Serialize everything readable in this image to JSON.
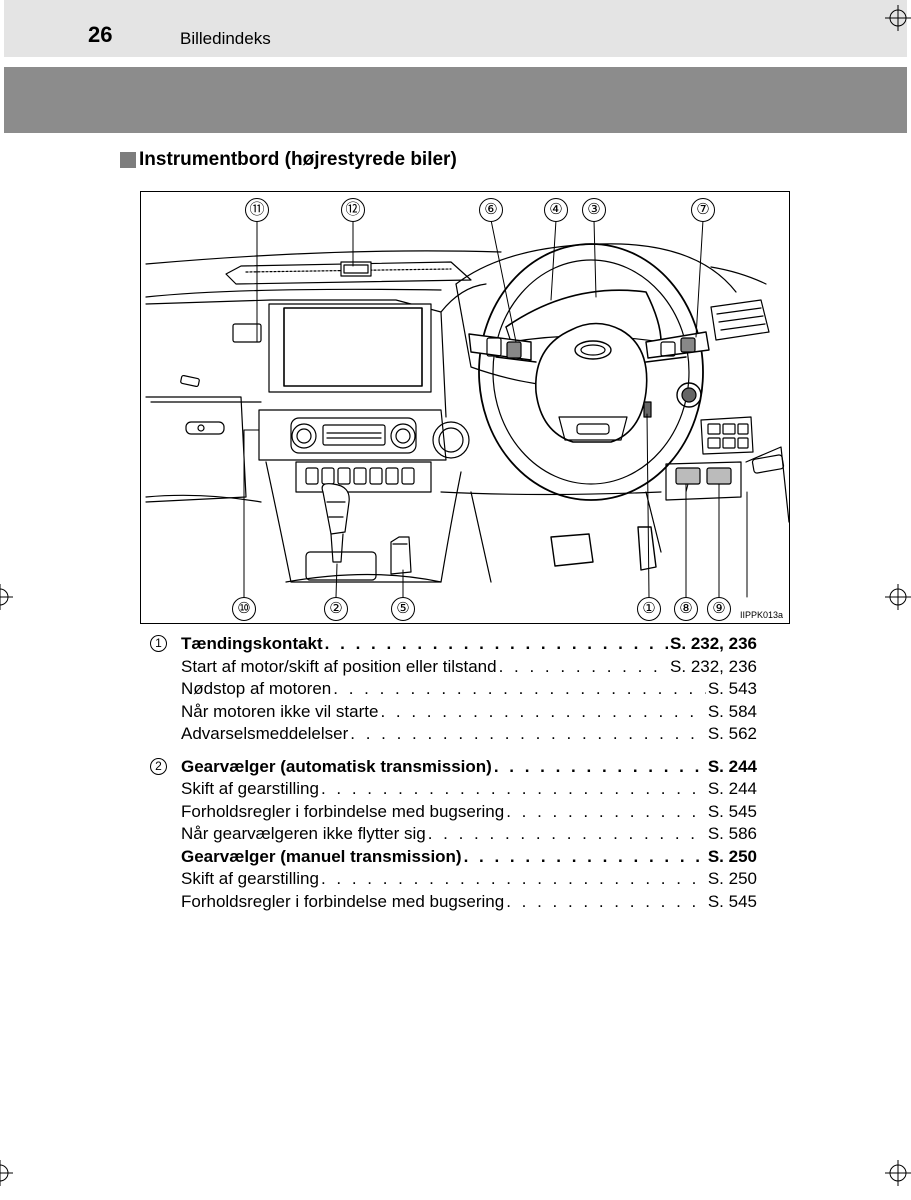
{
  "header": {
    "page_number": "26",
    "heading": "Billedindeks"
  },
  "section": {
    "title": "Instrumentbord (højrestyrede biler)"
  },
  "figure": {
    "code": "IIPPK013a",
    "callouts": [
      "⑪",
      "⑫",
      "⑥",
      "④",
      "③",
      "⑦",
      "⑩",
      "②",
      "⑤",
      "①",
      "⑧",
      "⑨"
    ]
  },
  "entries": [
    {
      "number": "1",
      "rows": [
        {
          "label": "Tændingskontakt",
          "page": "S. 232, 236",
          "bold": true
        },
        {
          "label": "Start af motor/skift af position eller tilstand",
          "page": "S. 232, 236",
          "bold": false
        },
        {
          "label": "Nødstop af motoren",
          "page": "S. 543",
          "bold": false
        },
        {
          "label": "Når motoren ikke vil starte",
          "page": "S. 584",
          "bold": false
        },
        {
          "label": "Advarselsmeddelelser",
          "page": "S. 562",
          "bold": false
        }
      ]
    },
    {
      "number": "2",
      "rows": [
        {
          "label": "Gearvælger (automatisk transmission)",
          "page": "S. 244",
          "bold": true
        },
        {
          "label": "Skift af gearstilling",
          "page": "S. 244",
          "bold": false
        },
        {
          "label": "Forholdsregler i forbindelse med bugsering",
          "page": "S. 545",
          "bold": false
        },
        {
          "label": "Når gearvælgeren ikke flytter sig",
          "page": "S. 586",
          "bold": false
        },
        {
          "label": "Gearvælger (manuel transmission)",
          "page": "S. 250",
          "bold": true
        },
        {
          "label": "Skift af gearstilling",
          "page": "S. 250",
          "bold": false
        },
        {
          "label": "Forholdsregler i forbindelse med bugsering",
          "page": "S. 545",
          "bold": false
        }
      ]
    }
  ]
}
